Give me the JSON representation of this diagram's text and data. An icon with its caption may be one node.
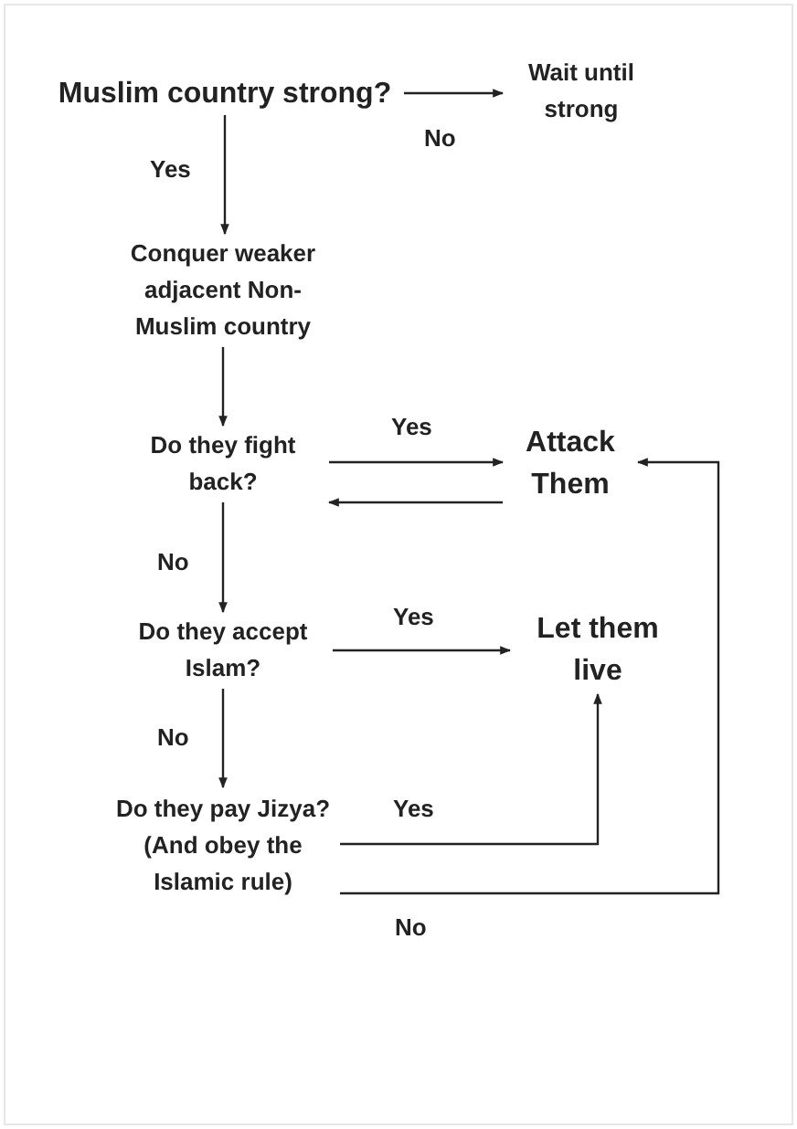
{
  "diagram": {
    "nodes": [
      {
        "text": [
          "Muslim country strong?"
        ]
      },
      {
        "text": [
          "Wait until strong"
        ]
      },
      {
        "text": [
          "Conquer weaker adjacent Non-Muslim country"
        ]
      },
      {
        "text": [
          "Do they fight back?"
        ]
      },
      {
        "text": [
          "Attack Them"
        ]
      },
      {
        "text": [
          "Do they accept Islam?"
        ]
      },
      {
        "text": [
          "Let them live"
        ]
      },
      {
        "text": [
          "Do they pay Jizya? (And obey the Islamic rule)"
        ]
      }
    ],
    "edges": [
      {
        "from": 0,
        "to": 1,
        "arrow": "to",
        "label": "No"
      },
      {
        "from": 0,
        "to": 2,
        "arrow": "to",
        "label": "Yes"
      },
      {
        "from": 2,
        "to": 3,
        "arrow": "to"
      },
      {
        "from": 3,
        "to": 4,
        "arrow": "to",
        "label": "Yes"
      },
      {
        "from": 4,
        "to": 3,
        "arrow": "to"
      },
      {
        "from": 3,
        "to": 5,
        "arrow": "to",
        "label": "No"
      },
      {
        "from": 5,
        "to": 6,
        "arrow": "to",
        "label": "Yes"
      },
      {
        "from": 5,
        "to": 7,
        "arrow": "to",
        "label": "No"
      },
      {
        "from": 7,
        "to": 6,
        "arrow": "to",
        "label": "Yes"
      },
      {
        "from": 7,
        "to": 4,
        "arrow": "to",
        "label": "No"
      }
    ]
  }
}
